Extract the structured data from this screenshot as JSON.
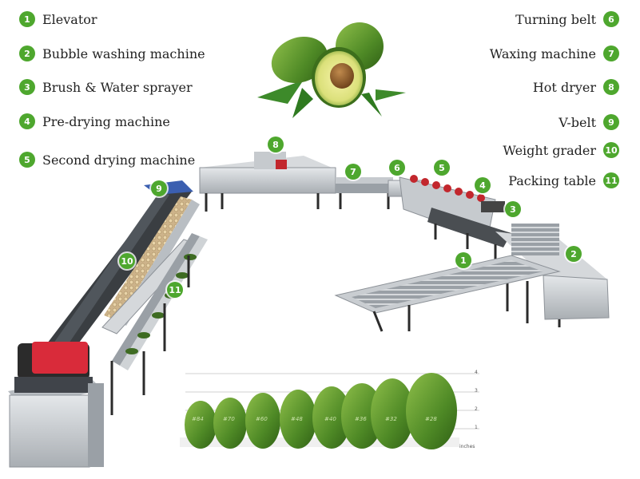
{
  "legend": {
    "left": [
      {
        "num": "1",
        "label": "Elevator"
      },
      {
        "num": "2",
        "label": "Bubble washing machine"
      },
      {
        "num": "3",
        "label": "Brush & Water sprayer"
      },
      {
        "num": "4",
        "label": "Pre-drying machine"
      },
      {
        "num": "5",
        "label": "Second drying machine"
      }
    ],
    "right": [
      {
        "num": "6",
        "label": "Turning belt"
      },
      {
        "num": "7",
        "label": "Waxing machine"
      },
      {
        "num": "8",
        "label": "Hot dryer"
      },
      {
        "num": "9",
        "label": "V-belt"
      },
      {
        "num": "10",
        "label": "Weight grader"
      },
      {
        "num": "11",
        "label": "Packing table"
      }
    ]
  },
  "machine_markers": [
    "1",
    "2",
    "3",
    "4",
    "5",
    "6",
    "7",
    "8",
    "9",
    "10",
    "11"
  ],
  "size_chart": {
    "sizes": [
      "#84",
      "#70",
      "#60",
      "#48",
      "#40",
      "#36",
      "#32",
      "#28"
    ],
    "axis_ticks": [
      "4",
      "3",
      "2",
      "1"
    ],
    "axis_unit": "inches"
  },
  "colors": {
    "badge": "#4ea72e",
    "steel": "#c8ccd0",
    "frame": "#2b2b2b",
    "avocado_skin": "#5a8f2e",
    "accent_red": "#c2272d"
  }
}
